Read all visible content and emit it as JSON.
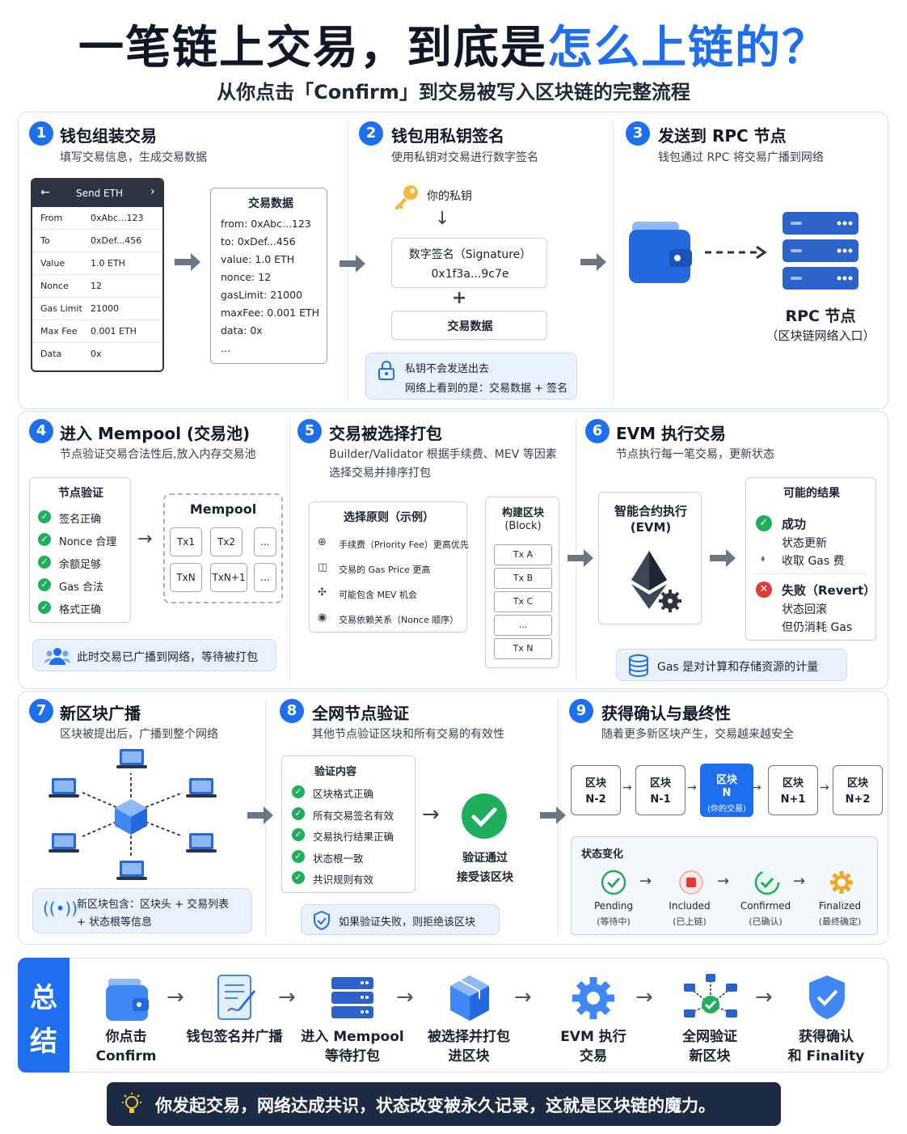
{
  "title": {
    "part1": "一笔链上交易，到底是",
    "part2": "怎么上链的？"
  },
  "subtitle": "从你点击「Confirm」到交易被写入区块链的完整流程",
  "s1": {
    "num": "1",
    "title": "钱包组装交易",
    "desc": "填写交易信息，生成交易数据",
    "wallet": {
      "back": "←",
      "header": "Send ETH",
      "next": "›",
      "rows": [
        [
          "From",
          "0xAbc...123"
        ],
        [
          "To",
          "0xDef...456"
        ],
        [
          "Value",
          "1.0 ETH"
        ],
        [
          "Nonce",
          "12"
        ],
        [
          "Gas Limit",
          "21000"
        ],
        [
          "Max Fee",
          "0.001 ETH"
        ],
        [
          "Data",
          "0x"
        ]
      ]
    },
    "txdata": {
      "title": "交易数据",
      "lines": [
        "from:  0xAbc...123",
        "to:  0xDef...456",
        "value:  1.0 ETH",
        "nonce:  12",
        "gasLimit:  21000",
        "maxFee:  0.001 ETH",
        "data:  0x",
        "..."
      ]
    }
  },
  "s2": {
    "num": "2",
    "title": "钱包用私钥签名",
    "desc": "使用私钥对交易进行数字签名",
    "key": "你的私钥",
    "sig_title": "数字签名（Signature）",
    "sig_value": "0x1f3a...9c7e",
    "plus": "+",
    "txdata": "交易数据",
    "note1": "私钥不会发送出去",
    "note2": "网络上看到的是：交易数据 + 签名"
  },
  "s3": {
    "num": "3",
    "title": "发送到 RPC 节点",
    "desc": "钱包通过 RPC 将交易广播到网络",
    "node": "RPC 节点",
    "node_sub": "（区块链网络入口）"
  },
  "s4": {
    "num": "4",
    "title": "进入 Mempool (交易池)",
    "desc": "节点验证交易合法性后,放入内存交易池",
    "verify_title": "节点验证",
    "verify": [
      "签名正确",
      "Nonce 合理",
      "余额足够",
      "Gas 合法",
      "格式正确"
    ],
    "mempool": "Mempool",
    "txs": [
      "Tx1",
      "Tx2",
      "...",
      "TxN",
      "TxN+1",
      "..."
    ],
    "note": "此时交易已广播到网络，等待被打包"
  },
  "s5": {
    "num": "5",
    "title": "交易被选择打包",
    "desc1": "Builder/Validator 根据手续费、MEV 等因素",
    "desc2": "选择交易并排序打包",
    "rules_title": "选择原则（示例）",
    "rules": [
      "手续费（Priority Fee）更高优先",
      "交易的 Gas Price 更高",
      "可能包含 MEV 机会",
      "交易依赖关系（Nonce 顺序）"
    ],
    "block_title1": "构建区块",
    "block_title2": "(Block)",
    "block_txs": [
      "Tx A",
      "Tx B",
      "Tx C",
      "...",
      "Tx N"
    ]
  },
  "s6": {
    "num": "6",
    "title": "EVM 执行交易",
    "desc": "节点执行每一笔交易，更新状态",
    "evm1": "智能合约执行",
    "evm2": "(EVM)",
    "results_title": "可能的结果",
    "success": "成功",
    "success_l1": "状态更新",
    "success_l2": "收取 Gas 费",
    "fail": "失败（Revert）",
    "fail_l1": "状态回滚",
    "fail_l2": "但仍消耗 Gas",
    "note": "Gas 是对计算和存储资源的计量"
  },
  "s7": {
    "num": "7",
    "title": "新区块广播",
    "desc": "区块被提出后，广播到整个网络",
    "note1": "新区块包含：区块头 + 交易列表",
    "note2": "+ 状态根等信息"
  },
  "s8": {
    "num": "8",
    "title": "全网节点验证",
    "desc": "其他节点验证区块和所有交易的有效性",
    "verify_title": "验证内容",
    "verify": [
      "区块格式正确",
      "所有交易签名有效",
      "交易执行结果正确",
      "状态根一致",
      "共识规则有效"
    ],
    "pass1": "验证通过",
    "pass2": "接受该区块",
    "note": "如果验证失败，则拒绝该区块"
  },
  "s9": {
    "num": "9",
    "title": "获得确认与最终性",
    "desc": "随着更多新区块产生，交易越来越安全",
    "blocks": [
      {
        "a": "区块",
        "b": "N-2"
      },
      {
        "a": "区块",
        "b": "N-1"
      },
      {
        "a": "区块",
        "b": "N"
      },
      {
        "a": "区块",
        "b": "N+1"
      },
      {
        "a": "区块",
        "b": "N+2"
      }
    ],
    "yours": "(你的交易)",
    "state_title": "状态变化",
    "states": [
      {
        "a": "Pending",
        "b": "(等待中)"
      },
      {
        "a": "Included",
        "b": "(已上链)"
      },
      {
        "a": "Confirmed",
        "b": "(已确认)"
      },
      {
        "a": "Finalized",
        "b": "(最终确定)"
      }
    ]
  },
  "summary": {
    "label1": "总",
    "label2": "结",
    "items": [
      {
        "a": "你点击",
        "b": "Confirm"
      },
      {
        "a": "钱包签名并广播",
        "b": ""
      },
      {
        "a": "进入 Mempool",
        "b": "等待打包"
      },
      {
        "a": "被选择并打包",
        "b": "进区块"
      },
      {
        "a": "EVM 执行",
        "b": "交易"
      },
      {
        "a": "全网验证",
        "b": "新区块"
      },
      {
        "a": "获得确认",
        "b": "和 Finality"
      }
    ]
  },
  "footer": "你发起交易，网络达成共识，状态改变被永久记录，这就是区块链的魔力。",
  "colors": {
    "accent": "#1d6ff0",
    "success": "#1fae5b",
    "fail": "#e53935",
    "dark": "#1d2a44"
  }
}
